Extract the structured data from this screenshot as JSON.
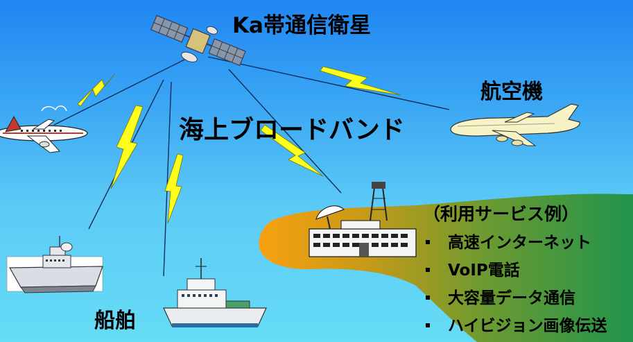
{
  "labels": {
    "satellite": "Ka帯通信衛星",
    "title": "海上ブロードバンド",
    "aircraft": "航空機",
    "ship": "船舶"
  },
  "services": {
    "header": "（利用サービス例）",
    "items": [
      "高速インターネット",
      "VoIP電話",
      "大容量データ通信",
      "ハイビジョン画像伝送"
    ]
  },
  "colors": {
    "sky_top": "#1f86f2",
    "sky_bottom": "#66dcf6",
    "land_orange": "#f7a011",
    "land_green": "#2c9a4c",
    "lightning_yellow": "#ffff1a",
    "aircraft_cream": "#f7f3c4"
  }
}
